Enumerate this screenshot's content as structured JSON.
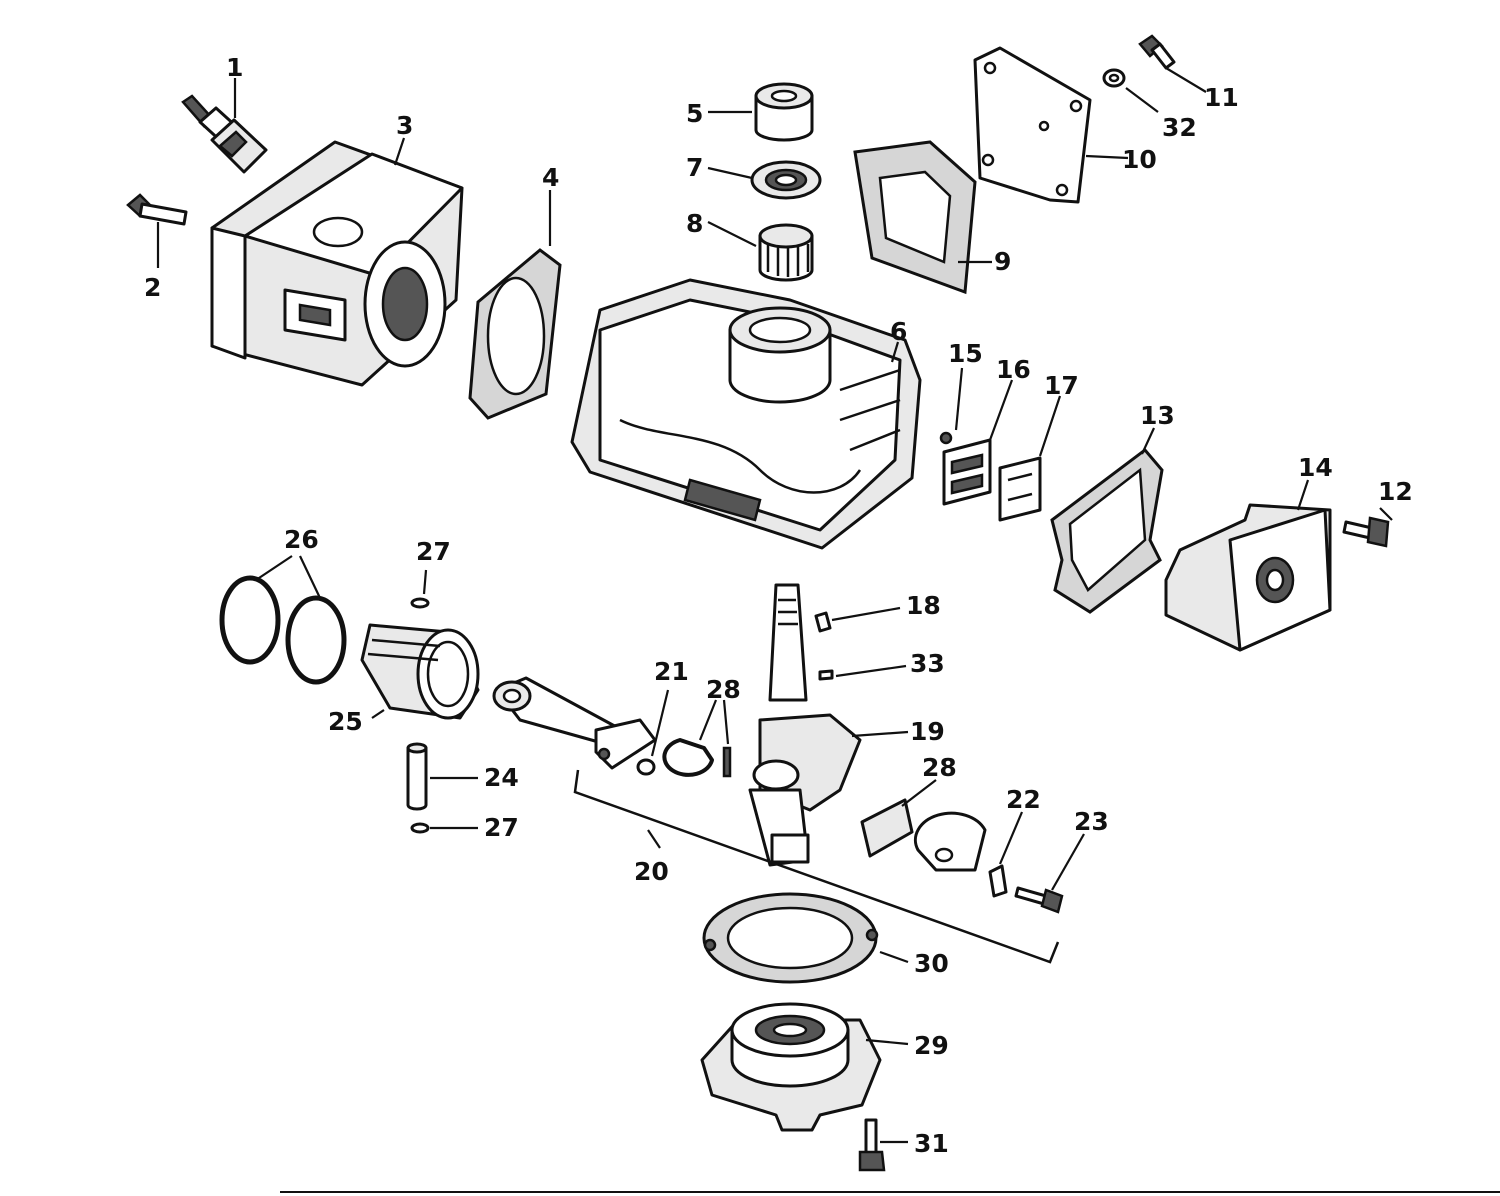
{
  "callouts": [
    {
      "id": "1",
      "label": "1"
    },
    {
      "id": "2",
      "label": "2"
    },
    {
      "id": "3",
      "label": "3"
    },
    {
      "id": "4",
      "label": "4"
    },
    {
      "id": "5",
      "label": "5"
    },
    {
      "id": "6",
      "label": "6"
    },
    {
      "id": "7",
      "label": "7"
    },
    {
      "id": "8",
      "label": "8"
    },
    {
      "id": "9",
      "label": "9"
    },
    {
      "id": "10",
      "label": "10"
    },
    {
      "id": "11",
      "label": "11"
    },
    {
      "id": "12",
      "label": "12"
    },
    {
      "id": "13",
      "label": "13"
    },
    {
      "id": "14",
      "label": "14"
    },
    {
      "id": "15",
      "label": "15"
    },
    {
      "id": "16",
      "label": "16"
    },
    {
      "id": "17",
      "label": "17"
    },
    {
      "id": "18",
      "label": "18"
    },
    {
      "id": "19",
      "label": "19"
    },
    {
      "id": "20",
      "label": "20"
    },
    {
      "id": "21",
      "label": "21"
    },
    {
      "id": "22",
      "label": "22"
    },
    {
      "id": "23",
      "label": "23"
    },
    {
      "id": "24",
      "label": "24"
    },
    {
      "id": "25",
      "label": "25"
    },
    {
      "id": "26",
      "label": "26"
    },
    {
      "id": "27a",
      "label": "27"
    },
    {
      "id": "27b",
      "label": "27"
    },
    {
      "id": "28a",
      "label": "28"
    },
    {
      "id": "28b",
      "label": "28"
    },
    {
      "id": "29",
      "label": "29"
    },
    {
      "id": "30",
      "label": "30"
    },
    {
      "id": "31",
      "label": "31"
    },
    {
      "id": "32",
      "label": "32"
    },
    {
      "id": "33",
      "label": "33"
    }
  ],
  "colors": {
    "ink": "#111111",
    "background": "#ffffff",
    "gasket": "#d6d6d6"
  }
}
